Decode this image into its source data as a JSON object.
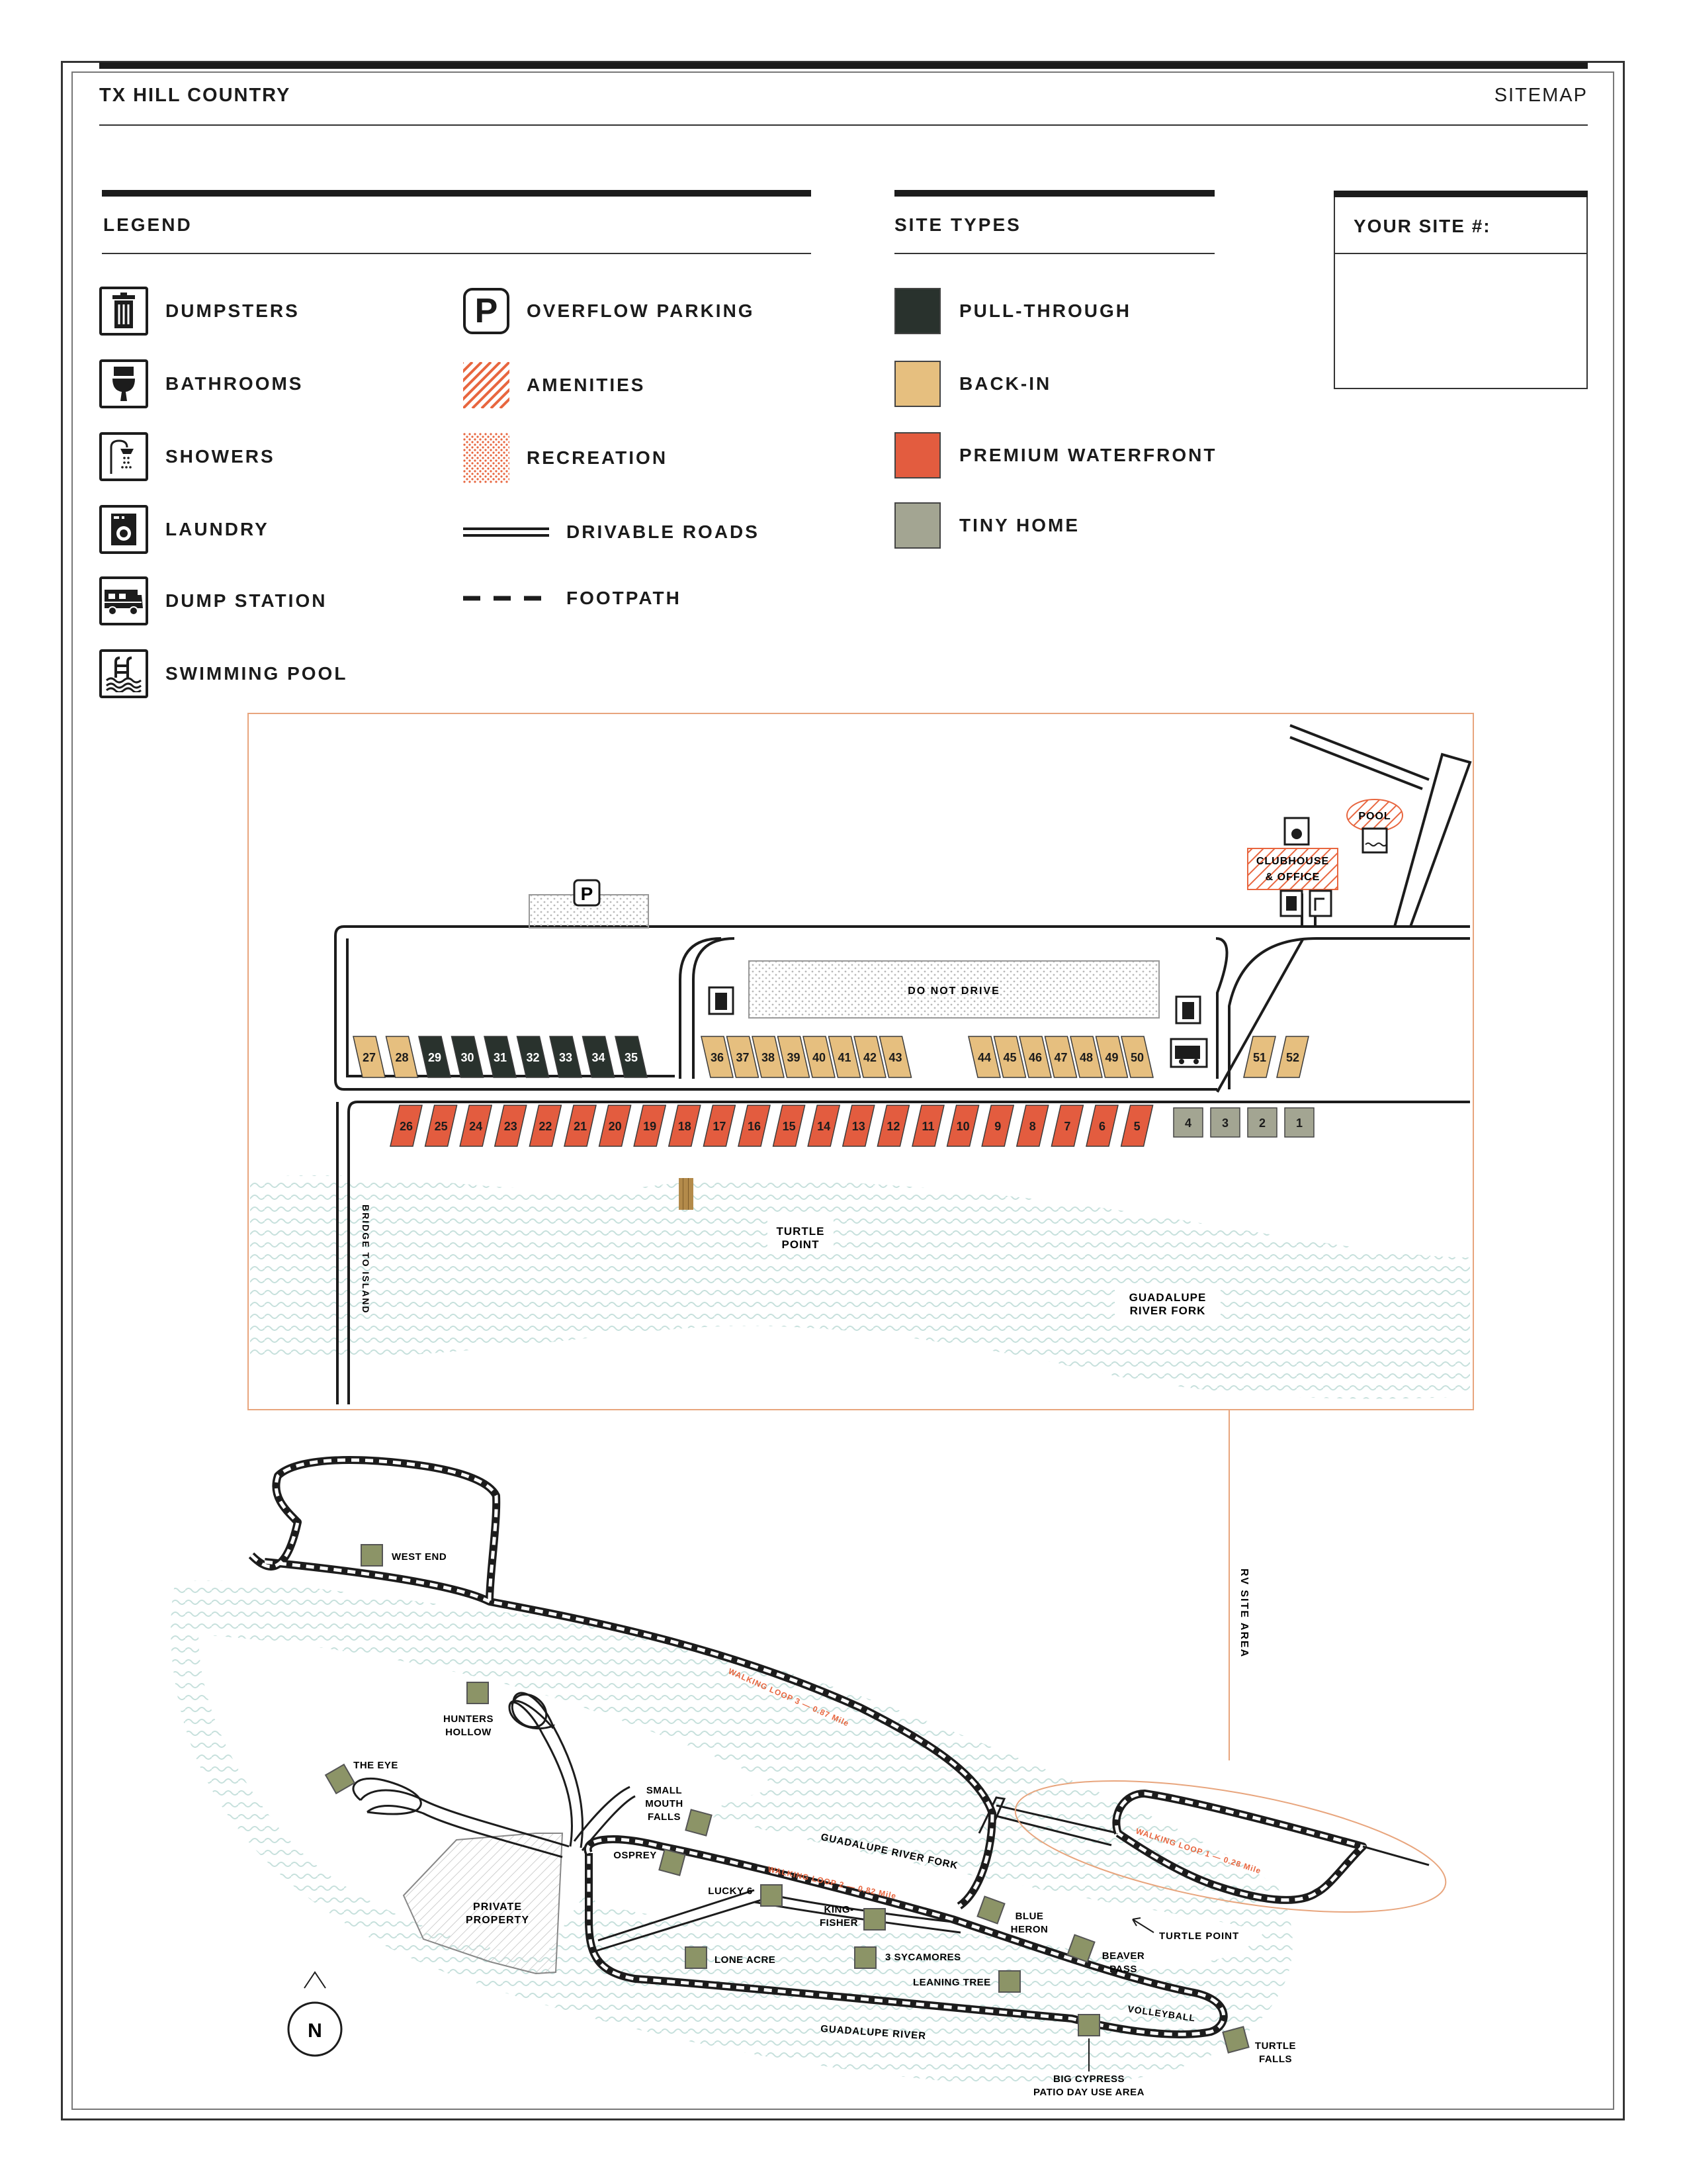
{
  "header": {
    "title": "TX HILL COUNTRY",
    "right_label": "SITEMAP"
  },
  "legend": {
    "title": "LEGEND",
    "left_items": [
      {
        "icon": "dumpster-icon",
        "label": "DUMPSTERS"
      },
      {
        "icon": "toilet-icon",
        "label": "BATHROOMS"
      },
      {
        "icon": "shower-icon",
        "label": "SHOWERS"
      },
      {
        "icon": "washer-icon",
        "label": "LAUNDRY"
      },
      {
        "icon": "rv-icon",
        "label": "DUMP STATION"
      },
      {
        "icon": "pool-icon",
        "label": "SWIMMING POOL"
      }
    ],
    "right_items": [
      {
        "icon": "parking-icon",
        "label": "OVERFLOW PARKING"
      },
      {
        "icon": "hatch-pattern-icon",
        "label": "AMENITIES"
      },
      {
        "icon": "dot-pattern-icon",
        "label": "RECREATION"
      },
      {
        "icon": "double-line-icon",
        "label": "DRIVABLE ROADS"
      },
      {
        "icon": "dashed-line-icon",
        "label": "FOOTPATH"
      }
    ]
  },
  "site_types": {
    "title": "SITE TYPES",
    "items": [
      {
        "label": "PULL-THROUGH",
        "color": "#29322d"
      },
      {
        "label": "BACK-IN",
        "color": "#e6bf7f"
      },
      {
        "label": "PREMIUM WATERFRONT",
        "color": "#e35c3f"
      },
      {
        "label": "TINY HOME",
        "color": "#a3a592"
      }
    ]
  },
  "your_site": {
    "label": "YOUR SITE #:"
  },
  "colors": {
    "pull_through": "#29322d",
    "back_in": "#e6bf7f",
    "waterfront": "#e35c3f",
    "tiny_home": "#a3a592",
    "cabin": "#8c9467",
    "accent": "#e8663f",
    "water": "#cfe6e2"
  },
  "rv_map": {
    "parking_symbol": "P",
    "do_not_drive": "DO NOT DRIVE",
    "clubhouse": [
      "CLUBHOUSE",
      "& OFFICE"
    ],
    "pool": "POOL",
    "bridge": "BRIDGE TO ISLAND",
    "turtle_point": [
      "TURTLE",
      "POINT"
    ],
    "river_fork": [
      "GUADALUPE",
      "RIVER FORK"
    ],
    "row_pull": [
      "27",
      "28",
      "29",
      "30",
      "31",
      "32",
      "33",
      "34",
      "35"
    ],
    "row_mid": [
      "36",
      "37",
      "38",
      "39",
      "40",
      "41",
      "42",
      "43"
    ],
    "row_right": [
      "44",
      "45",
      "46",
      "47",
      "48",
      "49",
      "50"
    ],
    "row_far": [
      "51",
      "52"
    ],
    "row_water": [
      "26",
      "25",
      "24",
      "23",
      "22",
      "21",
      "20",
      "19",
      "18",
      "17",
      "16",
      "15",
      "14",
      "13",
      "12",
      "11",
      "10",
      "9",
      "8",
      "7",
      "6",
      "5"
    ],
    "row_tiny": [
      "4",
      "3",
      "2",
      "1"
    ]
  },
  "island_map": {
    "rv_area": "RV SITE AREA",
    "loop3": "WALKING LOOP 3 — 0.87 Mile",
    "loop2": "WALKING LOOP 2 — 0.82 Mile",
    "loop1": "WALKING LOOP 1 — 0.28 Mile",
    "north": "N",
    "private": [
      "PRIVATE",
      "PROPERTY"
    ],
    "river_fork": "GUADALUPE RIVER FORK",
    "river": "GUADALUPE RIVER",
    "volleyball": "VOLLEYBALL",
    "turtle_point": "TURTLE POINT",
    "places": {
      "west_end": "WEST END",
      "hunters": [
        "HUNTERS",
        "HOLLOW"
      ],
      "the_eye": "THE EYE",
      "small_mouth": [
        "SMALL",
        "MOUTH",
        "FALLS"
      ],
      "osprey": "OSPREY",
      "lucky6": "LUCKY 6",
      "kingfisher": [
        "KING-",
        "FISHER"
      ],
      "blue_heron": [
        "BLUE",
        "HERON"
      ],
      "beaver": [
        "BEAVER",
        "PASS"
      ],
      "lone_acre": "LONE ACRE",
      "sycamores": "3 SYCAMORES",
      "leaning": "LEANING TREE",
      "turtle_falls": [
        "TURTLE",
        "FALLS"
      ],
      "big_cypress": [
        "BIG CYPRESS",
        "PATIO DAY USE AREA"
      ]
    }
  }
}
